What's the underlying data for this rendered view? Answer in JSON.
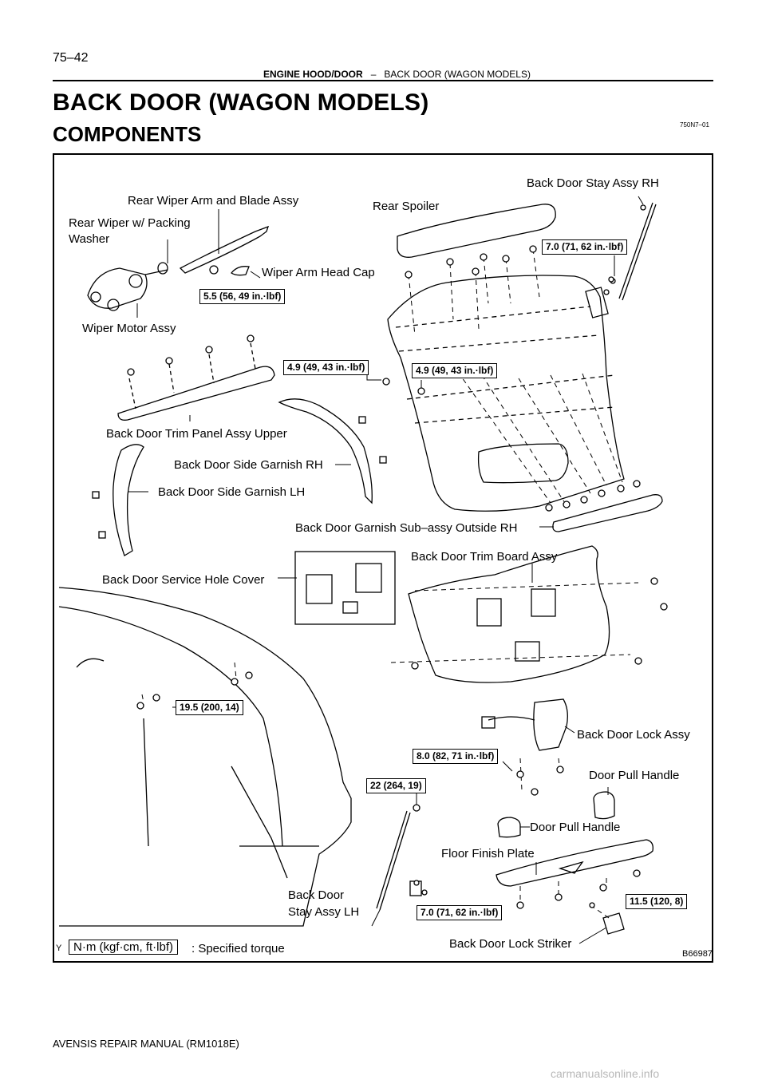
{
  "header": {
    "page_number": "75–42",
    "section": "ENGINE HOOD/DOOR",
    "separator": "–",
    "subsection": "BACK DOOR (WAGON MODELS)"
  },
  "title": "BACK DOOR (WAGON MODELS)",
  "section_title": "COMPONENTS",
  "doc_code": "750N7–01",
  "parts": {
    "back_door_stay_rh": "Back Door Stay Assy RH",
    "rear_wiper_arm": "Rear Wiper Arm and Blade Assy",
    "rear_spoiler": "Rear Spoiler",
    "rear_wiper_packing_1": "Rear Wiper w/ Packing",
    "rear_wiper_packing_2": "Washer",
    "wiper_arm_head_cap": "Wiper Arm Head Cap",
    "wiper_motor": "Wiper Motor Assy",
    "trim_panel_upper": "Back Door Trim Panel Assy Upper",
    "side_garnish_rh": "Back Door Side Garnish RH",
    "side_garnish_lh": "Back Door Side Garnish LH",
    "garnish_outside_rh": "Back Door Garnish Sub–assy Outside RH",
    "trim_board": "Back Door Trim Board Assy",
    "service_hole_cover": "Back Door Service Hole Cover",
    "lock_assy": "Back Door Lock Assy",
    "door_pull_handle_1": "Door Pull Handle",
    "door_pull_handle_2": "Door Pull Handle",
    "floor_finish_plate": "Floor Finish Plate",
    "stay_lh_1": "Back Door",
    "stay_lh_2": "Stay Assy LH",
    "lock_striker": "Back Door Lock Striker"
  },
  "torques": {
    "stay_rh": "7.0 (71, 62 in.·lbf)",
    "wiper_arm": "5.5 (56, 49 in.·lbf)",
    "spoiler_left": "4.9 (49, 43 in.·lbf)",
    "spoiler_right": "4.9 (49, 43 in.·lbf)",
    "hinge": "19.5 (200, 14)",
    "lock": "8.0 (82, 71 in.·lbf)",
    "stay_lh_ball": "22 (264, 19)",
    "stay_lh_bracket": "7.0 (71, 62 in.·lbf)",
    "striker": "11.5 (120, 8)"
  },
  "legend": {
    "marker": "Y",
    "units": "N·m (kgf·cm, ft·lbf)",
    "text": ": Specified torque"
  },
  "figure_id": "B66987",
  "footer": "AVENSIS REPAIR MANUAL   (RM1018E)",
  "watermark": "carmanualsonline.info"
}
